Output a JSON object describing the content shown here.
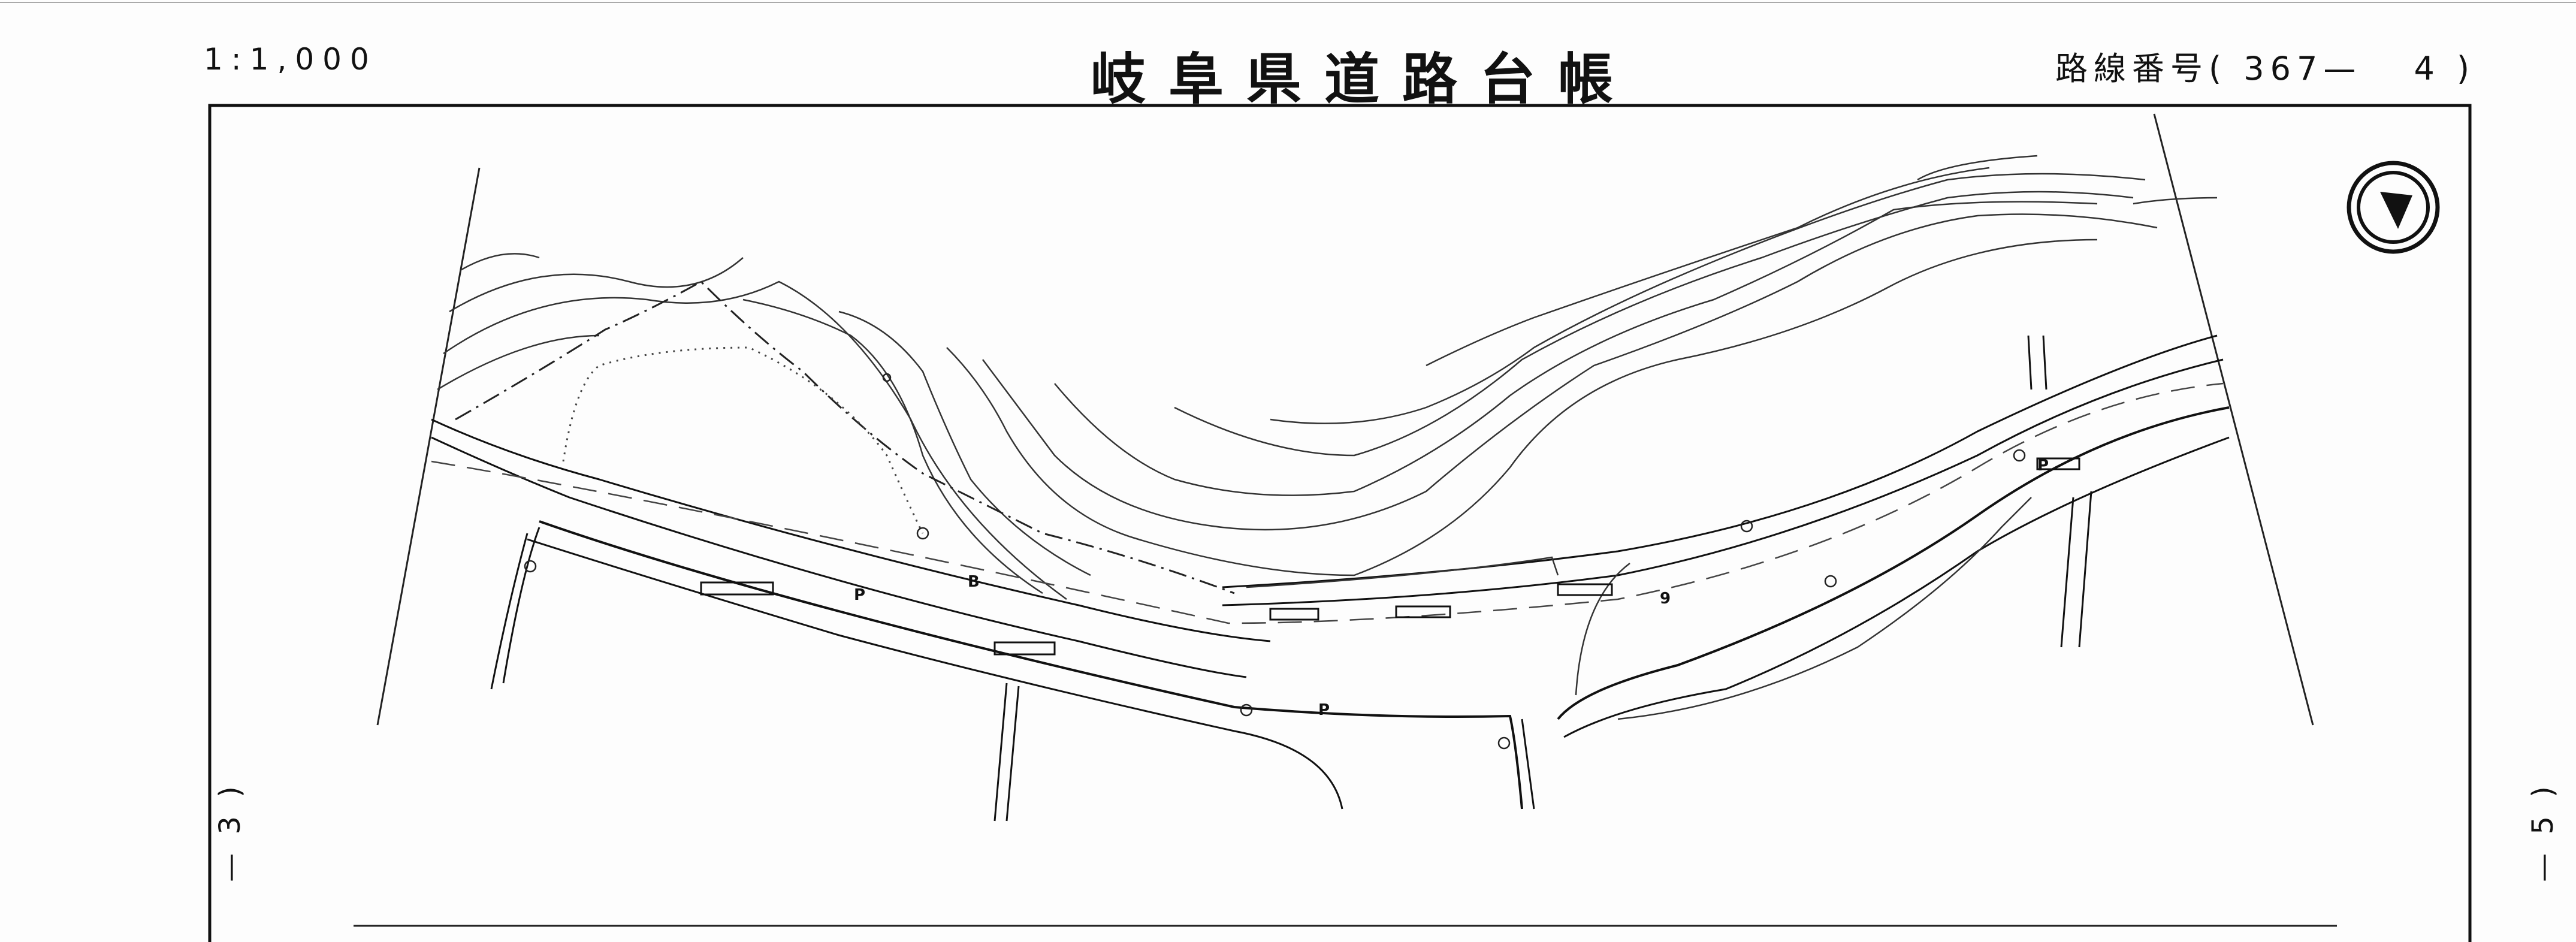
{
  "header": {
    "scale": "1:1,000",
    "title": "岐阜県道路台帳",
    "route_label": "路線番号(",
    "route_number": "367—",
    "sheet_number": "4",
    "route_close": ")"
  },
  "adjacent_sheets": {
    "previous": "3 )",
    "next": "5 )",
    "prev_dash": "—",
    "next_dash": "—"
  },
  "map": {
    "compass": "north-arrow-icon",
    "labels": {
      "road_marker_p1": "P",
      "road_marker_p2": "P",
      "road_marker_p3": "P",
      "road_marker_b": "B",
      "road_marker_9": "9"
    }
  }
}
